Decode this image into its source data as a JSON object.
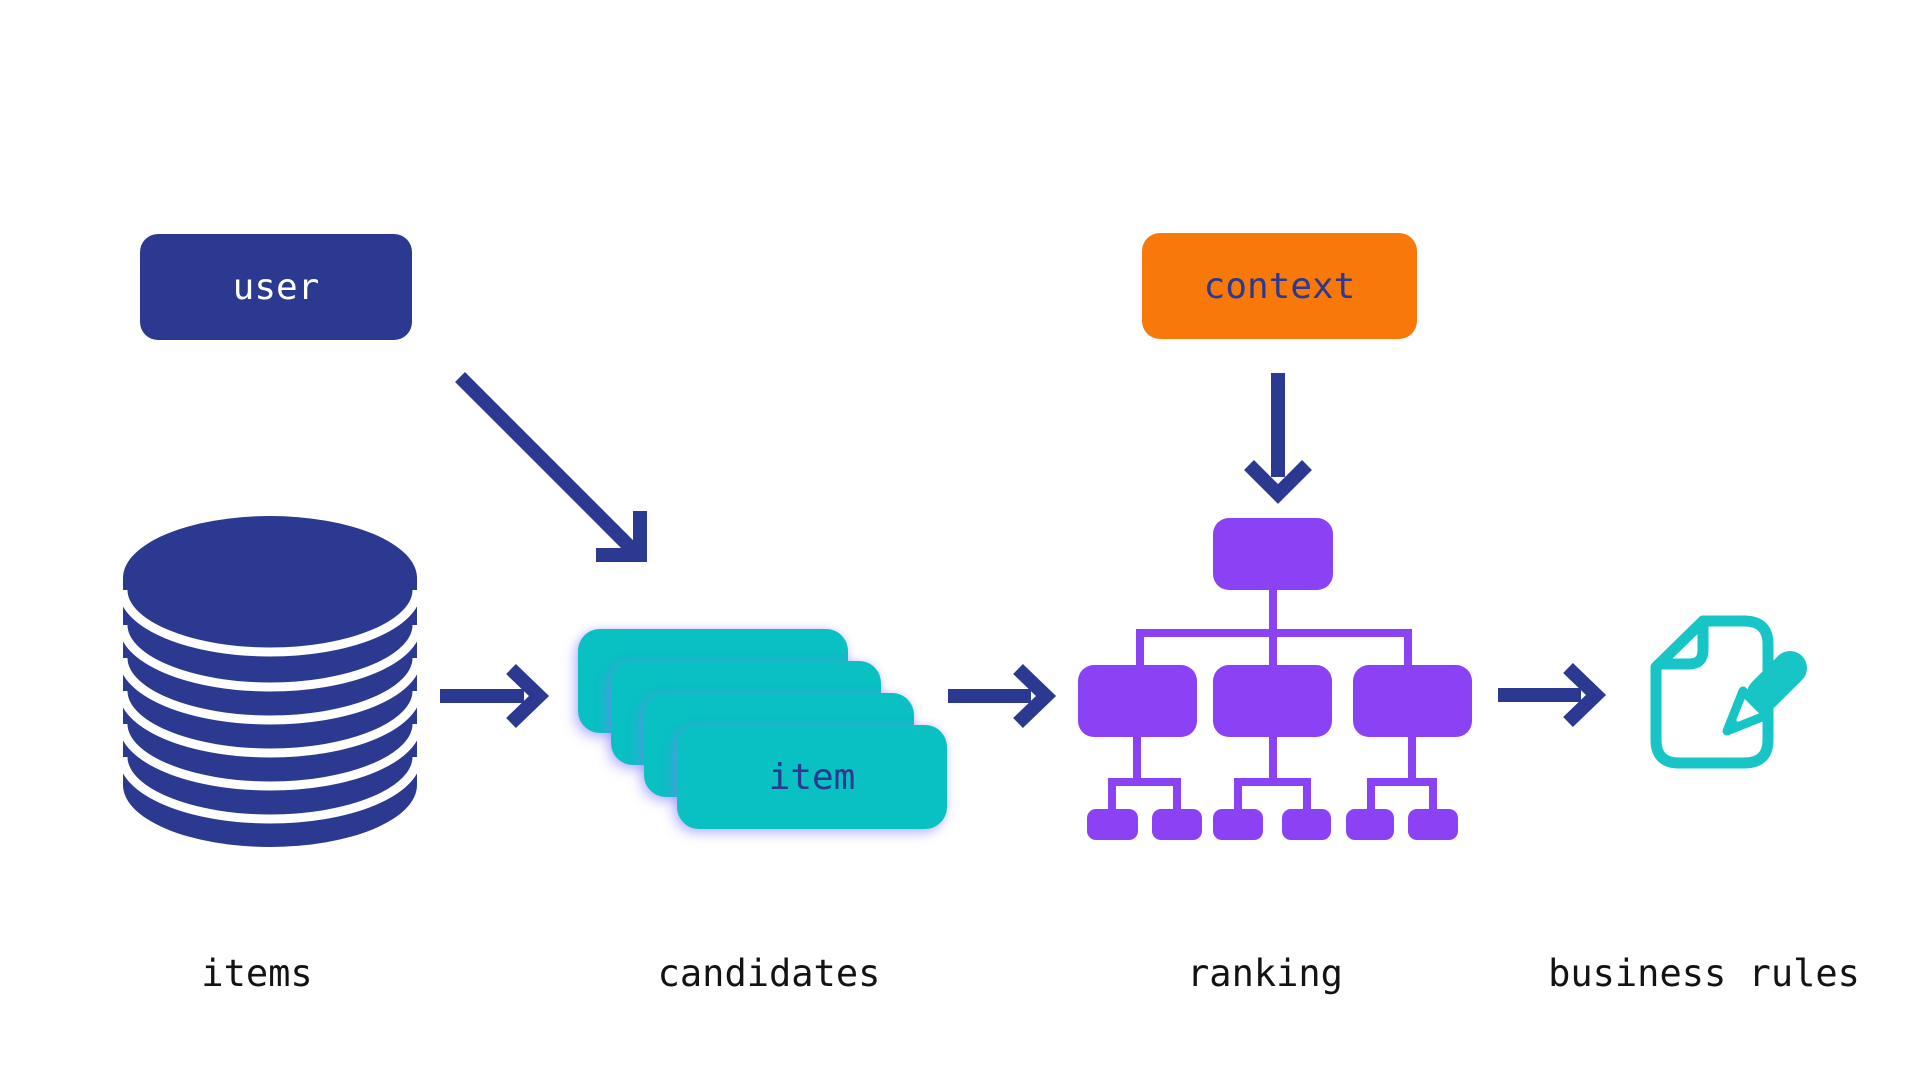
{
  "colors": {
    "navy": "#2b3990",
    "teal": "#09c0c3",
    "teal_icon": "#17c5c7",
    "orange": "#f8790a",
    "purple": "#8b42f5",
    "label_text": "#131313",
    "background": "#ffffff"
  },
  "nodes": {
    "user": {
      "label": "user"
    },
    "context": {
      "label": "context"
    },
    "item": {
      "label": "item"
    }
  },
  "stage_labels": {
    "items": "items",
    "candidates": "candidates",
    "ranking": "ranking",
    "business_rules": "business rules"
  }
}
